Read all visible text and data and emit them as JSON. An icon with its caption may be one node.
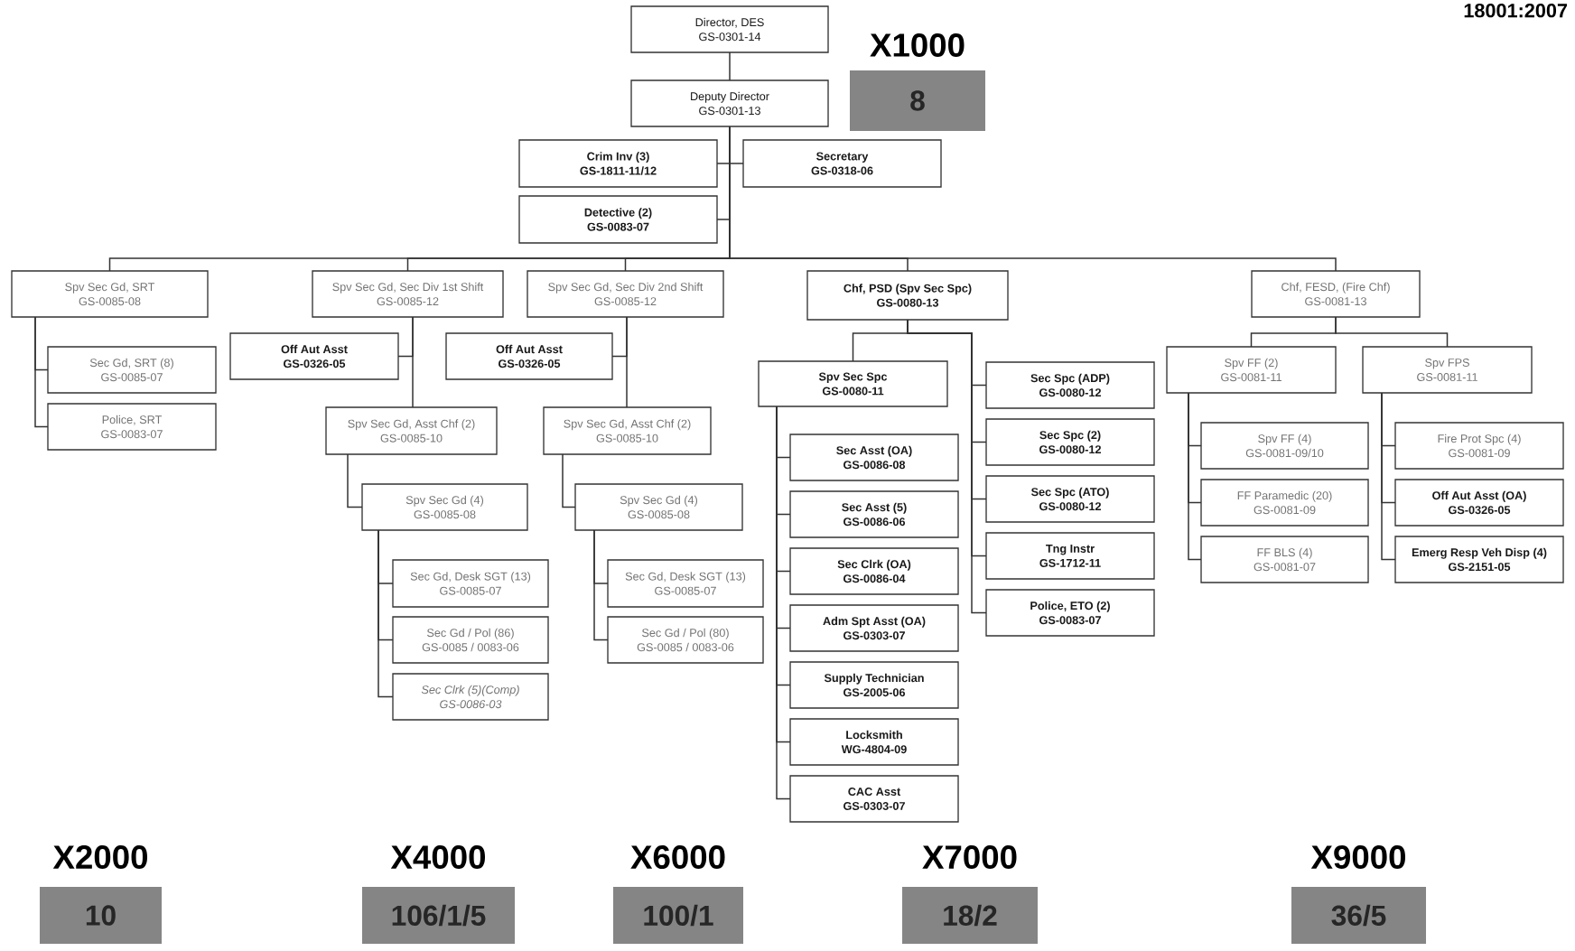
{
  "diagram": {
    "nodes": [
      {
        "text": [
          "Director, DES",
          "GS-0301-14"
        ]
      },
      {
        "text": [
          "Deputy Director",
          "GS-0301-13"
        ]
      },
      {
        "text": [
          "Crim Inv (3)",
          "GS-1811-11/12"
        ]
      },
      {
        "text": [
          "Secretary",
          "GS-0318-06"
        ]
      },
      {
        "text": [
          "Detective (2)",
          "GS-0083-07"
        ]
      },
      {
        "text": [
          "Spv Sec Gd, SRT",
          "GS-0085-08"
        ]
      },
      {
        "text": [
          "Sec Gd, SRT (8)",
          "GS-0085-07"
        ]
      },
      {
        "text": [
          "Police, SRT",
          "GS-0083-07"
        ]
      },
      {
        "text": [
          "Spv Sec Gd, Sec Div 1st Shift",
          "GS-0085-12"
        ]
      },
      {
        "text": [
          "Off Aut Asst",
          "GS-0326-05"
        ]
      },
      {
        "text": [
          "Spv Sec Gd, Asst Chf (2)",
          "GS-0085-10"
        ]
      },
      {
        "text": [
          "Spv Sec Gd (4)",
          "GS-0085-08"
        ]
      },
      {
        "text": [
          "Sec Gd, Desk SGT (13)",
          "GS-0085-07"
        ]
      },
      {
        "text": [
          "Sec Gd / Pol (86)",
          "GS-0085 / 0083-06"
        ]
      },
      {
        "text": [
          "Sec Clrk (5)(Comp)",
          "GS-0086-03"
        ]
      },
      {
        "text": [
          "Spv Sec Gd, Sec Div 2nd Shift",
          "GS-0085-12"
        ]
      },
      {
        "text": [
          "Off Aut Asst",
          "GS-0326-05"
        ]
      },
      {
        "text": [
          "Spv Sec Gd, Asst Chf (2)",
          "GS-0085-10"
        ]
      },
      {
        "text": [
          "Spv Sec Gd (4)",
          "GS-0085-08"
        ]
      },
      {
        "text": [
          "Sec Gd, Desk SGT (13)",
          "GS-0085-07"
        ]
      },
      {
        "text": [
          "Sec Gd / Pol (80)",
          "GS-0085 / 0083-06"
        ]
      },
      {
        "text": [
          "Chf, PSD (Spv Sec Spc)",
          "GS-0080-13"
        ]
      },
      {
        "text": [
          "Spv Sec Spc",
          "GS-0080-11"
        ]
      },
      {
        "text": [
          "Sec Asst (OA)",
          "GS-0086-08"
        ]
      },
      {
        "text": [
          "Sec Asst (5)",
          "GS-0086-06"
        ]
      },
      {
        "text": [
          "Sec Clrk (OA)",
          "GS-0086-04"
        ]
      },
      {
        "text": [
          "Adm Spt Asst (OA)",
          "GS-0303-07"
        ]
      },
      {
        "text": [
          "Supply Technician",
          "GS-2005-06"
        ]
      },
      {
        "text": [
          "Locksmith",
          "WG-4804-09"
        ]
      },
      {
        "text": [
          "CAC Asst",
          "GS-0303-07"
        ]
      },
      {
        "text": [
          "Sec Spc (ADP)",
          "GS-0080-12"
        ]
      },
      {
        "text": [
          "Sec Spc (2)",
          "GS-0080-12"
        ]
      },
      {
        "text": [
          "Sec Spc (ATO)",
          "GS-0080-12"
        ]
      },
      {
        "text": [
          "Tng Instr",
          "GS-1712-11"
        ]
      },
      {
        "text": [
          "Police, ETO (2)",
          "GS-0083-07"
        ]
      },
      {
        "text": [
          "Chf, FESD, (Fire Chf)",
          "GS-0081-13"
        ]
      },
      {
        "text": [
          "Spv FF (2)",
          "GS-0081-11"
        ]
      },
      {
        "text": [
          "Spv FPS",
          "GS-0081-11"
        ]
      },
      {
        "text": [
          "Spv FF (4)",
          "GS-0081-09/10"
        ]
      },
      {
        "text": [
          "FF Paramedic (20)",
          "GS-0081-09"
        ]
      },
      {
        "text": [
          "FF BLS (4)",
          "GS-0081-07"
        ]
      },
      {
        "text": [
          "Fire Prot Spc (4)",
          "GS-0081-09"
        ]
      },
      {
        "text": [
          "Off Aut Asst (OA)",
          "GS-0326-05"
        ]
      },
      {
        "text": [
          "Emerg Resp Veh Disp (4)",
          "GS-2151-05"
        ]
      },
      {
        "text": [
          "X1000",
          "8"
        ]
      },
      {
        "text": [
          "X2000",
          "10"
        ]
      },
      {
        "text": [
          "X4000",
          "106/1/5"
        ]
      },
      {
        "text": [
          "X6000",
          "100/1"
        ]
      },
      {
        "text": [
          "X7000",
          "18/2"
        ]
      },
      {
        "text": [
          "X9000",
          "36/5"
        ]
      }
    ],
    "edges": [
      {
        "from": 0,
        "to": 1,
        "arrow": "none"
      },
      {
        "from": 1,
        "to": 2,
        "arrow": "none"
      },
      {
        "from": 1,
        "to": 3,
        "arrow": "none"
      },
      {
        "from": 1,
        "to": 4,
        "arrow": "none"
      },
      {
        "from": 1,
        "to": 5,
        "arrow": "none"
      },
      {
        "from": 1,
        "to": 8,
        "arrow": "none"
      },
      {
        "from": 1,
        "to": 15,
        "arrow": "none"
      },
      {
        "from": 1,
        "to": 21,
        "arrow": "none"
      },
      {
        "from": 1,
        "to": 35,
        "arrow": "none"
      },
      {
        "from": 5,
        "to": 6,
        "arrow": "none"
      },
      {
        "from": 5,
        "to": 7,
        "arrow": "none"
      },
      {
        "from": 8,
        "to": 9,
        "arrow": "none"
      },
      {
        "from": 8,
        "to": 10,
        "arrow": "none"
      },
      {
        "from": 10,
        "to": 11,
        "arrow": "none"
      },
      {
        "from": 11,
        "to": 12,
        "arrow": "none"
      },
      {
        "from": 11,
        "to": 13,
        "arrow": "none"
      },
      {
        "from": 11,
        "to": 14,
        "arrow": "none"
      },
      {
        "from": 15,
        "to": 16,
        "arrow": "none"
      },
      {
        "from": 15,
        "to": 17,
        "arrow": "none"
      },
      {
        "from": 17,
        "to": 18,
        "arrow": "none"
      },
      {
        "from": 18,
        "to": 19,
        "arrow": "none"
      },
      {
        "from": 18,
        "to": 20,
        "arrow": "none"
      },
      {
        "from": 21,
        "to": 22,
        "arrow": "none"
      },
      {
        "from": 21,
        "to": 30,
        "arrow": "none"
      },
      {
        "from": 21,
        "to": 31,
        "arrow": "none"
      },
      {
        "from": 21,
        "to": 32,
        "arrow": "none"
      },
      {
        "from": 21,
        "to": 33,
        "arrow": "none"
      },
      {
        "from": 21,
        "to": 34,
        "arrow": "none"
      },
      {
        "from": 22,
        "to": 23,
        "arrow": "none"
      },
      {
        "from": 22,
        "to": 24,
        "arrow": "none"
      },
      {
        "from": 22,
        "to": 25,
        "arrow": "none"
      },
      {
        "from": 22,
        "to": 26,
        "arrow": "none"
      },
      {
        "from": 22,
        "to": 27,
        "arrow": "none"
      },
      {
        "from": 22,
        "to": 28,
        "arrow": "none"
      },
      {
        "from": 22,
        "to": 29,
        "arrow": "none"
      },
      {
        "from": 35,
        "to": 36,
        "arrow": "none"
      },
      {
        "from": 35,
        "to": 37,
        "arrow": "none"
      },
      {
        "from": 36,
        "to": 38,
        "arrow": "none"
      },
      {
        "from": 36,
        "to": 39,
        "arrow": "none"
      },
      {
        "from": 36,
        "to": 40,
        "arrow": "none"
      },
      {
        "from": 37,
        "to": 41,
        "arrow": "none"
      },
      {
        "from": 37,
        "to": 42,
        "arrow": "none"
      },
      {
        "from": 37,
        "to": 43,
        "arrow": "none"
      }
    ],
    "labels": [
      "18001:2007"
    ]
  }
}
